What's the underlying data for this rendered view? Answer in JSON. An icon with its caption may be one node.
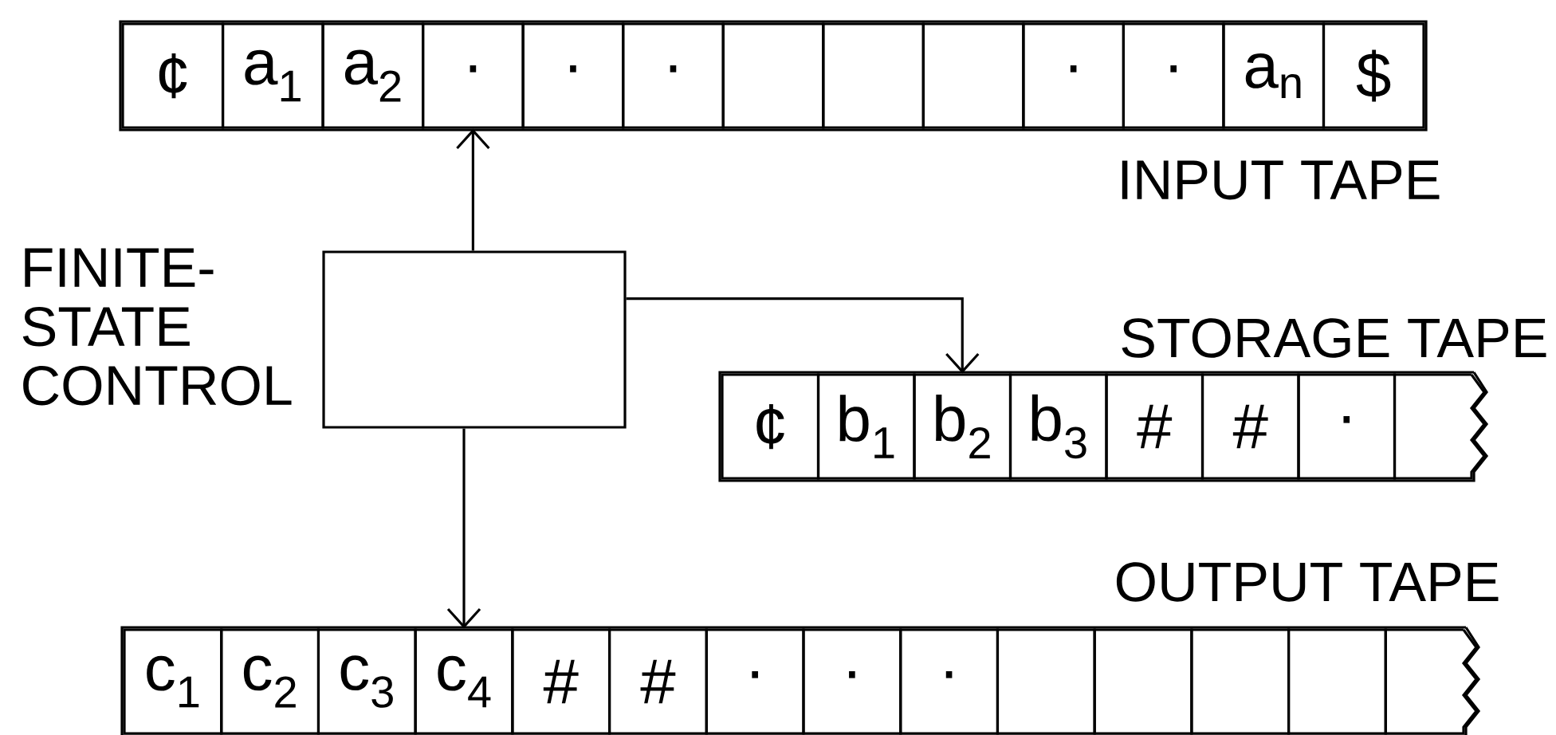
{
  "diagram": {
    "nodes": [
      {
        "text": [
          "INPUT TAPE"
        ]
      },
      {
        "text": [
          "¢"
        ],
        "in": 0
      },
      {
        "text": [
          "a$_{1}$"
        ],
        "in": 0
      },
      {
        "text": [
          "a$_{2}$"
        ],
        "in": 0
      },
      {
        "text": [
          "·"
        ],
        "in": 0
      },
      {
        "text": [
          "·"
        ],
        "in": 0
      },
      {
        "text": [
          "·"
        ],
        "in": 0
      },
      {
        "text": [],
        "shape": "box",
        "in": 0
      },
      {
        "text": [],
        "shape": "box",
        "in": 0
      },
      {
        "text": [],
        "shape": "box",
        "in": 0
      },
      {
        "text": [
          "·"
        ],
        "in": 0
      },
      {
        "text": [
          "·"
        ],
        "in": 0
      },
      {
        "text": [
          "a$_{n}$"
        ],
        "in": 0
      },
      {
        "text": [
          "$"
        ],
        "in": 0
      },
      {
        "text": [],
        "shape": "box",
        "beside": [
          "FINITE- STATE CONTROL"
        ]
      },
      {
        "text": [
          "STORAGE TAPE"
        ]
      },
      {
        "text": [
          "¢"
        ],
        "in": 15
      },
      {
        "text": [
          "b$_{1}$"
        ],
        "in": 15
      },
      {
        "text": [
          "b$_{2}$"
        ],
        "in": 15
      },
      {
        "text": [
          "b$_{3}$"
        ],
        "in": 15
      },
      {
        "text": [
          "#"
        ],
        "in": 15
      },
      {
        "text": [
          "#"
        ],
        "in": 15
      },
      {
        "text": [
          "·"
        ],
        "in": 15
      },
      {
        "text": [],
        "shape": "torn",
        "in": 15
      },
      {
        "text": [
          "OUTPUT TAPE"
        ]
      },
      {
        "text": [
          "c$_{1}$"
        ],
        "in": 24
      },
      {
        "text": [
          "c$_{2}$"
        ],
        "in": 24
      },
      {
        "text": [
          "c$_{3}$"
        ],
        "in": 24
      },
      {
        "text": [
          "c$_{4}$"
        ],
        "in": 24
      },
      {
        "text": [
          "#"
        ],
        "in": 24
      },
      {
        "text": [
          "#"
        ],
        "in": 24
      },
      {
        "text": [
          "·"
        ],
        "in": 24
      },
      {
        "text": [
          "·"
        ],
        "in": 24
      },
      {
        "text": [
          "·"
        ],
        "in": 24
      },
      {
        "text": [],
        "shape": "box",
        "in": 24
      },
      {
        "text": [],
        "shape": "box",
        "in": 24
      },
      {
        "text": [],
        "shape": "box",
        "in": 24
      },
      {
        "text": [],
        "shape": "box",
        "in": 24
      },
      {
        "text": [],
        "shape": "torn",
        "in": 24
      }
    ],
    "edges": [
      {
        "from": 14,
        "to": 4,
        "arrow": "to"
      },
      {
        "from": 14,
        "to": 18,
        "arrow": "to"
      },
      {
        "from": 14,
        "to": 28,
        "arrow": "to"
      }
    ]
  }
}
